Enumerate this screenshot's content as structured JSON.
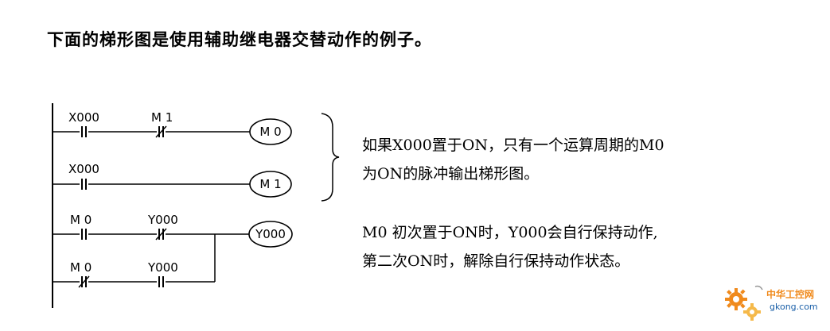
{
  "heading": "下面的梯形图是使用辅助继电器交替动作的例子。",
  "ladder": {
    "rungs": [
      {
        "contacts": [
          {
            "label": "X000",
            "type": "NO"
          },
          {
            "label": "M 1",
            "type": "NC"
          }
        ],
        "coil": "M 0"
      },
      {
        "contacts": [
          {
            "label": "X000",
            "type": "NO"
          }
        ],
        "coil": "M 1"
      },
      {
        "contacts": [
          {
            "label": "M 0",
            "type": "NO"
          },
          {
            "label": "Y000",
            "type": "NC"
          }
        ],
        "coil": "Y000"
      },
      {
        "contacts": [
          {
            "label": "M 0",
            "type": "NC"
          },
          {
            "label": "Y000",
            "type": "NO"
          }
        ],
        "coil": ""
      }
    ]
  },
  "notes": {
    "note1_line1": "如果X000置于ON，只有一个运算周期的M0",
    "note1_line2": "为ON的脉冲输出梯形图。",
    "note2_line1": "M0 初次置于ON时，Y000会自行保持动作,",
    "note2_line2": "第二次ON时，解除自行保持动作状态。"
  },
  "watermark": {
    "name": "中华工控网",
    "domain": "gkong.com",
    "accent_color": "#f08a1c",
    "secondary_color": "#1a5fa8"
  }
}
